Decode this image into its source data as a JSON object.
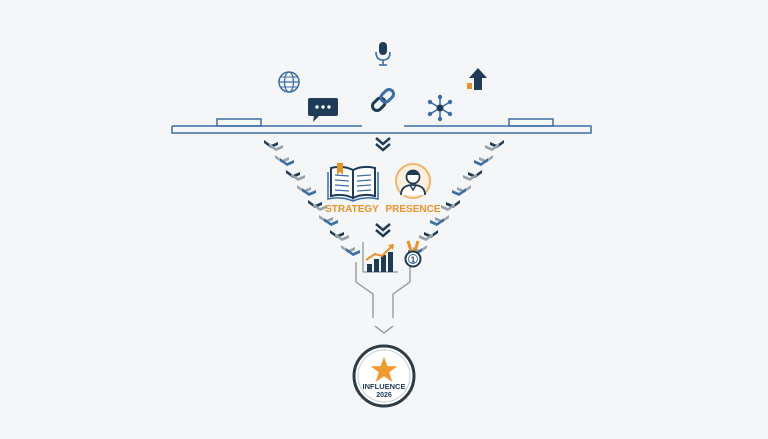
{
  "labels": {
    "strategy": "STRATEGY",
    "presence": "PRESENCE"
  },
  "badge": {
    "title": "INFLUENCE",
    "year": "2026"
  },
  "icons": [
    "globe-icon",
    "chat-bubble-icon",
    "microphone-icon",
    "link-chain-icon",
    "network-nodes-icon",
    "growth-arrow-icon",
    "open-book-icon",
    "person-avatar-icon",
    "bar-chart-icon",
    "medal-icon",
    "star-icon"
  ],
  "colors": {
    "navy": "#1f3b57",
    "blue": "#3a6ea5",
    "orange": "#e8922a",
    "gray": "#9aa3ab",
    "light_gray": "#c9ced3"
  }
}
